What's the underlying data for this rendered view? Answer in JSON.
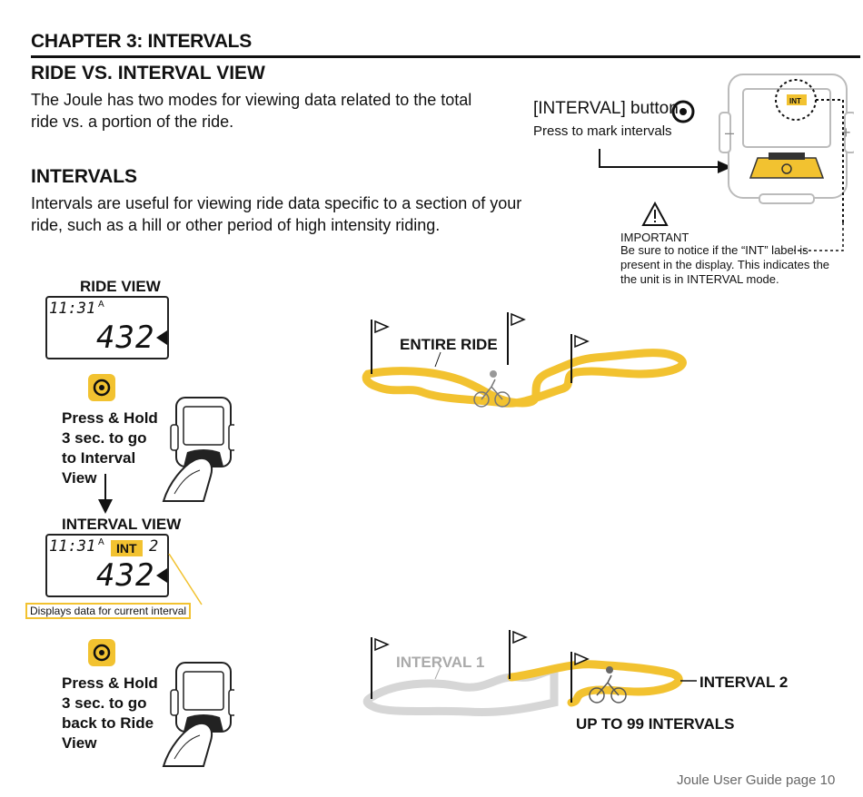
{
  "chapter": {
    "title": "CHAPTER 3: INTERVALS"
  },
  "ride_vs_interval": {
    "title": "RIDE VS. INTERVAL VIEW",
    "body": "The Joule has two modes for viewing data related to the total ride vs. a portion of the ride."
  },
  "intervals": {
    "title": "INTERVALS",
    "body": "Intervals are useful for viewing ride data specific to a section of your ride, such as a hill or other period of high intensity riding."
  },
  "interval_button": {
    "label": "[INTERVAL] button",
    "sub": "Press to mark intervals",
    "screen_badge": "INT"
  },
  "important": {
    "heading": "IMPORTANT",
    "body": "Be sure to notice if the “INT” label is present in the display. This indicates the the unit is in INTERVAL mode."
  },
  "ride_view": {
    "label": "RIDE VIEW",
    "time": "11:31",
    "time_suffix": "A",
    "value": "432"
  },
  "step_to_interval": "Press & Hold 3 sec. to go to Interval View",
  "interval_view": {
    "label": "INTERVAL VIEW",
    "time": "11:31",
    "time_suffix": "A",
    "badge": "INT",
    "interval_number": "2",
    "value": "432",
    "caption": "Displays data for current interval"
  },
  "step_to_ride": "Press & Hold 3 sec. to go back to Ride View",
  "diagram_top": {
    "label": "ENTIRE RIDE"
  },
  "diagram_bottom": {
    "interval1": "INTERVAL 1",
    "interval2": "INTERVAL 2",
    "caption": "UP TO 99 INTERVALS"
  },
  "footer": "Joule User Guide page 10",
  "colors": {
    "accent": "#f2c230",
    "text": "#111111",
    "muted": "#aaaaaa"
  }
}
